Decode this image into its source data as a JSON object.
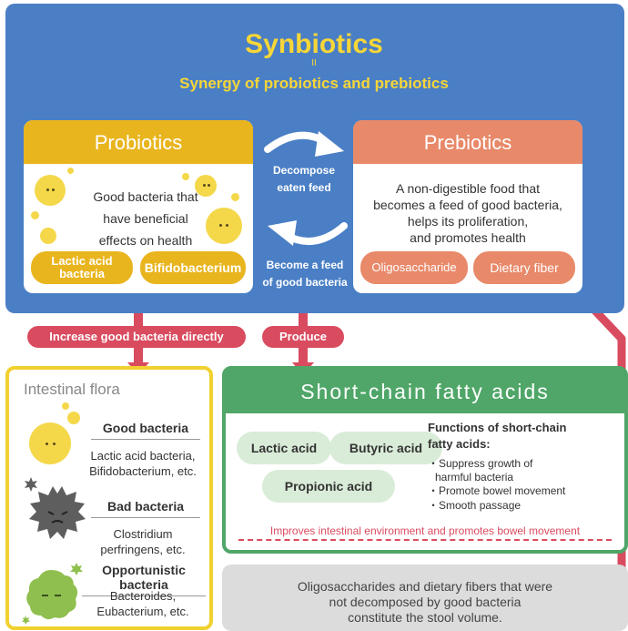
{
  "header": {
    "title": "Synbiotics",
    "equals": "II",
    "subtitle": "Synergy of probiotics and prebiotics"
  },
  "probiotics": {
    "title": "Probiotics",
    "description_lines": [
      "Good bacteria that",
      "have beneficial",
      "effects on health"
    ],
    "pills": [
      "Lactic acid bacteria",
      "Bifidobacterium"
    ]
  },
  "prebiotics": {
    "title": "Prebiotics",
    "description_lines": [
      "A non-digestible food that",
      "becomes a feed of good bacteria,",
      "helps its proliferation,",
      "and promotes health"
    ],
    "pills": [
      "Oligosaccharide",
      "Dietary fiber"
    ]
  },
  "cycle": {
    "top_label_lines": [
      "Decompose",
      "eaten feed"
    ],
    "bottom_label_lines": [
      "Become a feed",
      "of good bacteria"
    ]
  },
  "connectors": {
    "increase": "Increase good bacteria directly",
    "produce": "Produce"
  },
  "flora": {
    "title": "Intestinal flora",
    "groups": [
      {
        "name": "Good bacteria",
        "example_lines": [
          "Lactic acid bacteria,",
          "Bifidobacterium, etc."
        ]
      },
      {
        "name": "Bad bacteria",
        "example_lines": [
          "Clostridium",
          "perfringens, etc."
        ]
      },
      {
        "name": "Opportunistic bacteria",
        "example_lines": [
          "Bacteroides,",
          "Eubacterium, etc."
        ]
      }
    ]
  },
  "scfa": {
    "title": "Short-chain fatty acids",
    "acids": [
      "Lactic acid",
      "Butyric acid",
      "Propionic acid"
    ],
    "functions_title_lines": [
      "Functions of short-chain",
      "fatty acids:"
    ],
    "functions": [
      [
        "・Suppress growth of",
        "harmful bacteria"
      ],
      [
        "・Promote bowel movement"
      ],
      [
        "・Smooth passage"
      ]
    ],
    "note": "Improves intestinal environment and promotes bowel movement"
  },
  "stool": {
    "lines": [
      "Oligosaccharides and dietary fibers that were",
      "not decomposed by good bacteria",
      "constitute the stool volume."
    ]
  },
  "colors": {
    "blue_panel": "#4a7fc5",
    "yellow": "#e9b51e",
    "salmon": "#e8896a",
    "green": "#4fa668",
    "red": "#d94b5f",
    "title_yellow": "#f7d637"
  }
}
